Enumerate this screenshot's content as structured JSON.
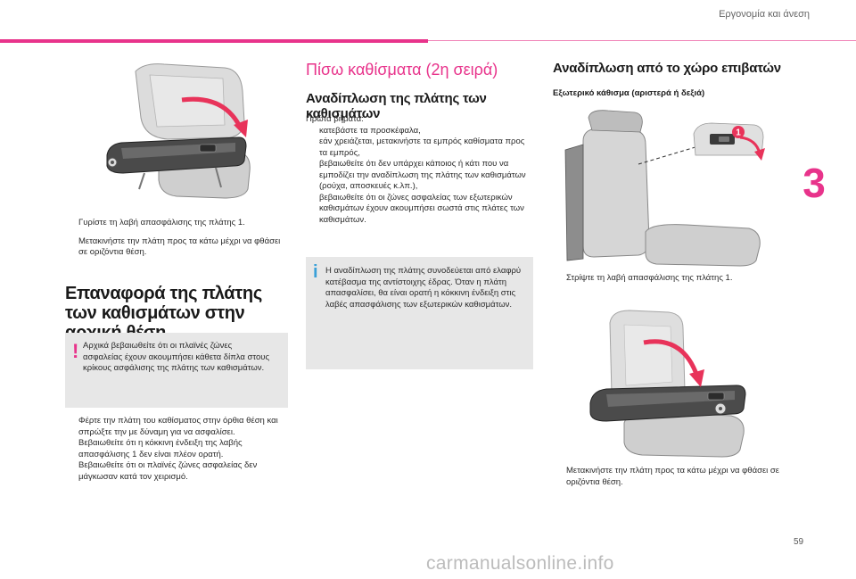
{
  "header": {
    "section_title": "Εργονομία και άνεση"
  },
  "chapter": {
    "number": "3"
  },
  "page": {
    "number": "59"
  },
  "watermark": {
    "text": "carmanualsonline.info"
  },
  "col1": {
    "steps_a": [
      "Γυρίστε τη λαβή απασφάλισης της πλάτης 1.",
      "Μετακινήστε την πλάτη προς τα κάτω μέχρι να φθάσει σε οριζόντια θέση."
    ],
    "heading": "Επαναφορά της πλάτης των καθισμάτων στην αρχική θέση",
    "warning_note": "Αρχικά βεβαιωθείτε ότι οι πλαϊνές ζώνες ασφαλείας έχουν ακουμπήσει κάθετα δίπλα στους κρίκους ασφάλισης της πλάτης των καθισμάτων.",
    "steps_b": [
      "Φέρτε την πλάτη του καθίσματος στην όρθια θέση και σπρώξτε την με δύναμη για να ασφαλίσει.",
      "Βεβαιωθείτε ότι η κόκκινη ένδειξη της λαβής απασφάλισης 1 δεν είναι πλέον ορατή.",
      "Βεβαιωθείτε ότι οι πλαϊνές ζώνες ασφαλείας δεν μάγκωσαν κατά τον χειρισμό."
    ]
  },
  "col2": {
    "title": "Πίσω καθίσματα (2η σειρά)",
    "subtitle": "Αναδίπλωση της πλάτης των καθισμάτων",
    "intro": "Πρώτα βήματα:",
    "steps": [
      "κατεβάστε τα προσκέφαλα,",
      "εάν χρειάζεται, μετακινήστε τα εμπρός καθίσματα προς τα εμπρός,",
      "βεβαιωθείτε ότι δεν υπάρχει κάποιος ή κάτι που να εμποδίζει την αναδίπλωση της πλάτης των καθισμάτων (ρούχα, αποσκευές κ.λπ.),",
      "βεβαιωθείτε ότι οι ζώνες ασφαλείας των εξωτερικών καθισμάτων έχουν ακουμπήσει σωστά στις πλάτες των καθισμάτων."
    ],
    "info_note": "Η αναδίπλωση της πλάτης συνοδεύεται από ελαφρύ κατέβασμα της αντίστοιχης έδρας. Όταν η πλάτη απασφαλίσει, θα είναι ορατή η κόκκινη ένδειξη στις λαβές απασφάλισης των εξωτερικών καθισμάτων."
  },
  "col3": {
    "title": "Αναδίπλωση από το χώρο επιβατών",
    "subtitle": "Εξωτερικό κάθισμα (αριστερά ή δεξιά)",
    "callout_number": "1",
    "steps_a": [
      "Στρίψτε τη λαβή απασφάλισης της πλάτης 1."
    ],
    "steps_b": [
      "Μετακινήστε την πλάτη προς τα κάτω μέχρι να φθάσει σε οριζόντια θέση."
    ]
  },
  "bullet_glyph": "",
  "warning_glyph": "!",
  "info_glyph": "i",
  "colors": {
    "accent": "#e8338b",
    "callout": "#e8335a",
    "note_bg": "#e7e7e7",
    "info": "#3aa0d8"
  }
}
